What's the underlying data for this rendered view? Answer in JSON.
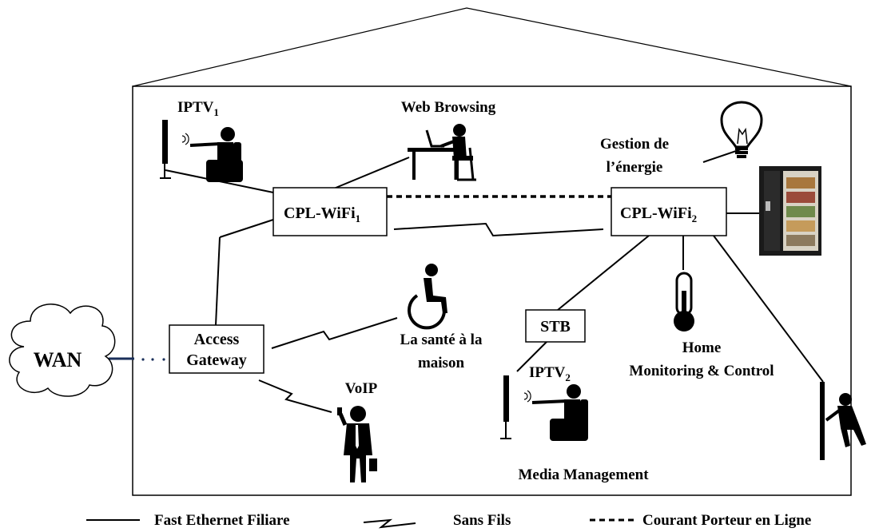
{
  "nodes": {
    "cpl1": {
      "main": "CPL-WiFi",
      "sub": "1"
    },
    "cpl2": {
      "main": "CPL-WiFi",
      "sub": "2"
    },
    "access": {
      "line1": "Access",
      "line2": "Gateway"
    },
    "stb": "STB",
    "wan": "WAN"
  },
  "labels": {
    "iptv1": {
      "main": "IPTV",
      "sub": "1"
    },
    "iptv2": {
      "main": "IPTV",
      "sub": "2"
    },
    "web": "Web Browsing",
    "energy": {
      "line1": "Gestion de",
      "line2": "l’énergie"
    },
    "health": {
      "line1": "La santé à la",
      "line2": "maison"
    },
    "voip": "VoIP",
    "home": {
      "line1": "Home",
      "line2": "Monitoring & Control"
    },
    "media": "Media Management"
  },
  "legend": {
    "wired": "Fast Ethernet Filiare",
    "wireless": "Sans Fils",
    "plc": "Courant Porteur en Ligne"
  },
  "icons": [
    "tv-viewer-icon",
    "computer-user-icon",
    "light-bulb-icon",
    "refrigerator-icon",
    "thermometer-icon",
    "wheelchair-user-icon",
    "phone-user-icon",
    "door-intruder-icon",
    "cloud-icon"
  ]
}
